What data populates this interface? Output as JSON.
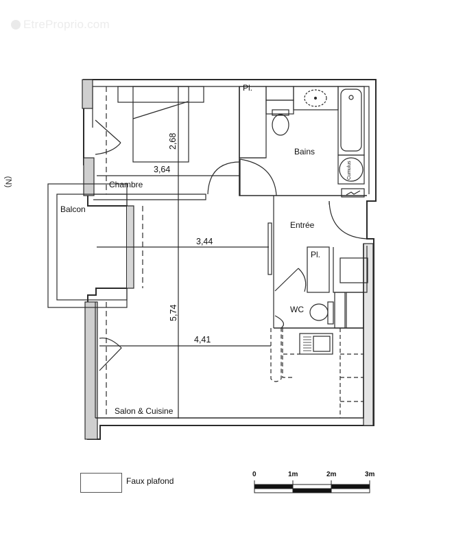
{
  "watermark": {
    "text": "EtreProprio.com"
  },
  "north_marker": {
    "text": "(N)"
  },
  "rooms": {
    "chambre": {
      "label": "Chambre"
    },
    "bains": {
      "label": "Bains"
    },
    "balcon": {
      "label": "Balcon"
    },
    "entree": {
      "label": "Entrée"
    },
    "wc": {
      "label": "WC"
    },
    "salon": {
      "label": "Salon & Cuisine"
    },
    "placard_chambre": {
      "label": "Pl."
    },
    "placard_entree": {
      "label": "Pl."
    },
    "cumulus": {
      "label": "Cumulus"
    }
  },
  "dimensions": {
    "chambre_width": "3,64",
    "chambre_depth": "2,68",
    "salon_width_top": "3,44",
    "salon_width_bottom": "4,41",
    "salon_depth": "5,74"
  },
  "legend": {
    "faux_plafond": "Faux plafond"
  },
  "scale_bar": {
    "ticks": [
      "0",
      "1m",
      "2m",
      "3m"
    ]
  },
  "colors": {
    "wall": "#2a2a2a",
    "wall_fill": "#c8c8c8",
    "line": "#333333",
    "background": "#ffffff"
  }
}
